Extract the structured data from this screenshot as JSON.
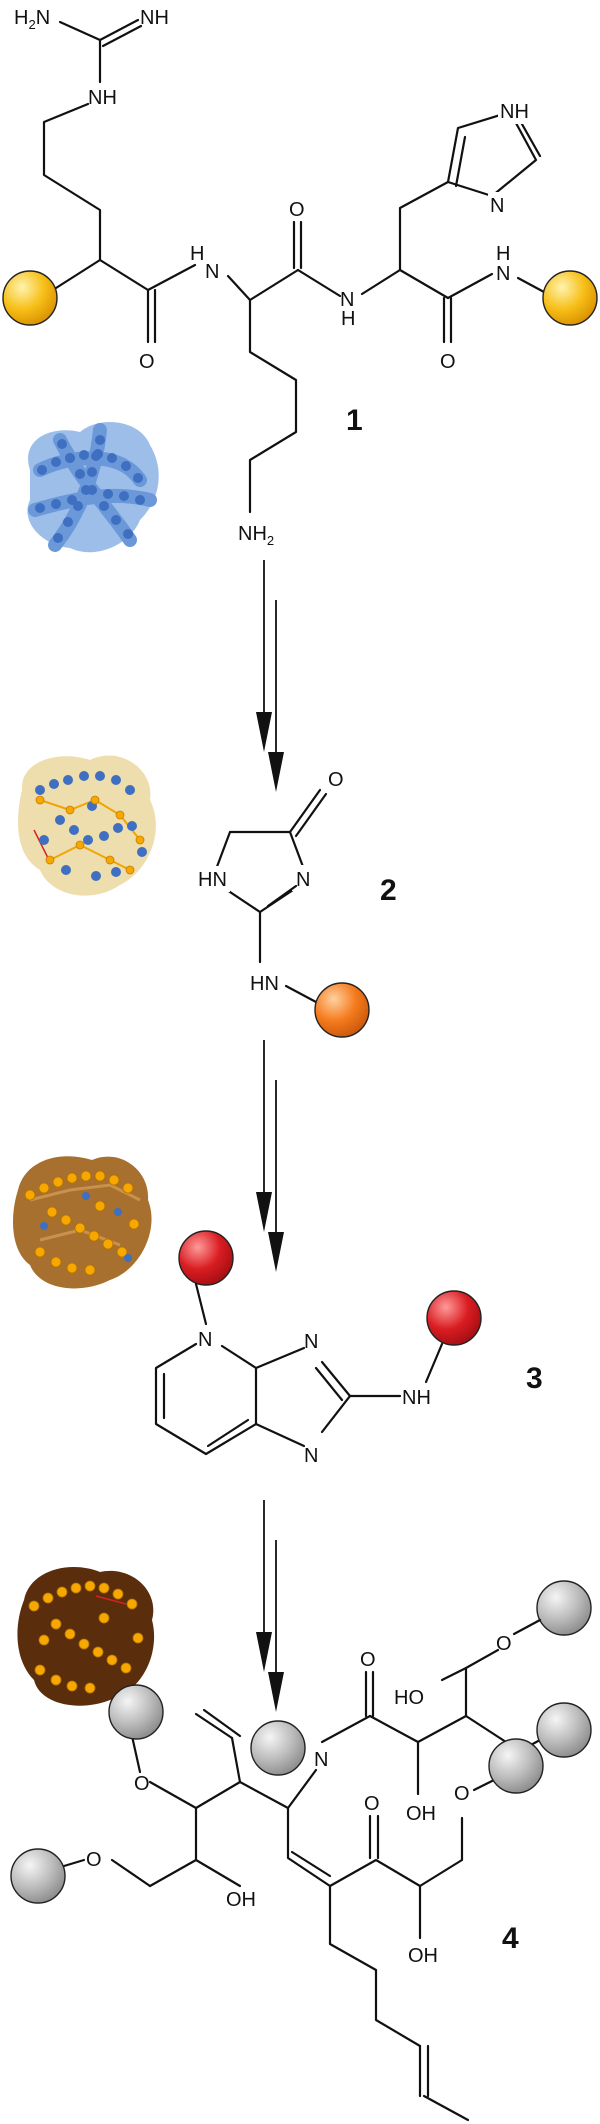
{
  "compounds": [
    {
      "number": "1",
      "resin_color": "#f4b400"
    },
    {
      "number": "2",
      "resin_color": "#ef7d1a"
    },
    {
      "number": "3",
      "resin_color": "#d41f26"
    },
    {
      "number": "4",
      "resin_color": "#bdbdbd"
    }
  ],
  "labels": {
    "h2n": "H",
    "h2n_sub": "2",
    "h2n_n": "N",
    "nh_imine": "NH",
    "nh_guan": "NH",
    "nh_amide1": "N",
    "nh_amide1_h": "H",
    "nh_amide2": "N",
    "nh_amide2_h": "H",
    "nh_amide3": "N",
    "nh_amide3_h": "H",
    "o1": "O",
    "o2": "O",
    "o3": "O",
    "imid_nh": "NH",
    "imid_n": "N",
    "nh2": "NH",
    "nh2_sub": "2",
    "c2_o": "O",
    "c2_hn": "HN",
    "c2_n": "N",
    "c2_hn2": "HN",
    "c3_n1": "N",
    "c3_n2": "N",
    "c3_n3": "N",
    "c3_nh": "NH",
    "c4_o1": "O",
    "c4_ho": "HO",
    "c4_o2": "O",
    "c4_oh1": "OH",
    "c4_n": "N",
    "c4_o3": "O",
    "c4_o4": "O",
    "c4_oh2": "OH",
    "c4_o5": "O",
    "c4_o6": "O",
    "c4_oh3": "OH",
    "c4_o7": "O"
  },
  "colors": {
    "blue_blob": "#6d9ad6",
    "blue_dot": "#3f6fbf",
    "beige_blob": "#ecd9a3",
    "brown_blob": "#a8702e",
    "dark_blob": "#5a2e0c",
    "orange_dot": "#f6a800"
  }
}
